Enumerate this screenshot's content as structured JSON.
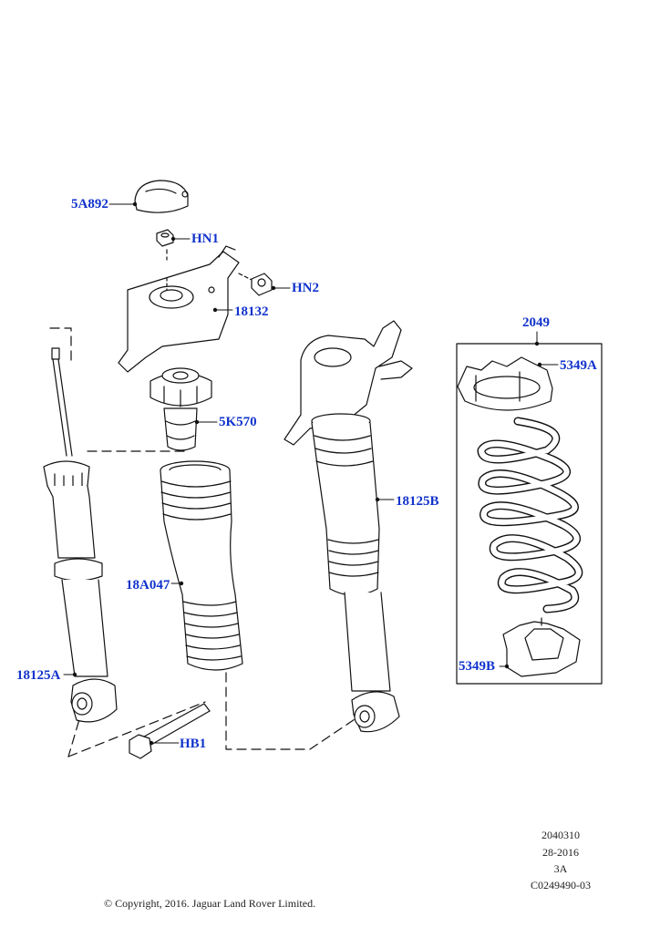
{
  "colors": {
    "callout": "#1133cc",
    "line": "#111111"
  },
  "callouts": {
    "c5A892": "5A892",
    "cHN1": "HN1",
    "cHN2": "HN2",
    "c18132": "18132",
    "c5K570": "5K570",
    "c18A047": "18A047",
    "c18125A": "18125A",
    "c18125B": "18125B",
    "cHB1": "HB1",
    "c2049": "2049",
    "c5349A": "5349A",
    "c5349B": "5349B"
  },
  "meta": {
    "line1": "2040310",
    "line2": "28-2016",
    "line3": "3A",
    "line4": "C0249490-03"
  },
  "copyright": "© Copyright, 2016. Jaguar Land Rover Limited."
}
